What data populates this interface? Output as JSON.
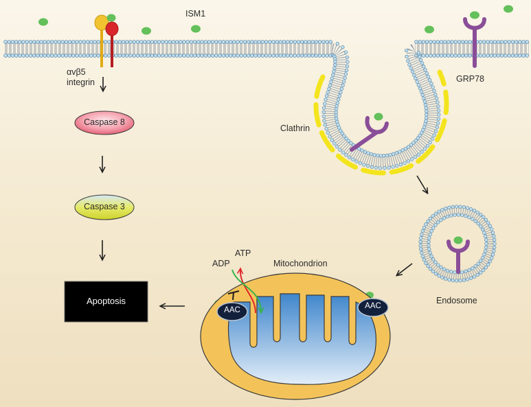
{
  "labels": {
    "ism1": "ISM1",
    "integrin_line1": "αvβ5",
    "integrin_line2": "integrin",
    "grp78": "GRP78",
    "clathrin": "Clathrin",
    "caspase8": "Caspase 8",
    "caspase3": "Caspase 3",
    "apoptosis": "Apoptosis",
    "adp": "ADP",
    "atp": "ATP",
    "mitochondrion": "Mitochondrion",
    "aac": "AAC",
    "endosome": "Endosome"
  },
  "colors": {
    "background": "#f4e9cf",
    "ism1_ligand": "#63c05a",
    "membrane_head": "#b9dcee",
    "membrane_tail": "#9aa6b2",
    "clathrin_coat": "#f3e41d",
    "grp78_receptor": "#8a4e98",
    "integrin_alpha": "#f1c330",
    "integrin_beta": "#d9262a",
    "caspase8": "#ef7b8d",
    "caspase3": "#d9df3e",
    "mito_outer": "#f3c35a",
    "mito_matrix": "#7fb3e0",
    "apoptosis_box": "#000000",
    "atp_arrow": "#e0262a",
    "adp_arrow": "#35b34a"
  }
}
